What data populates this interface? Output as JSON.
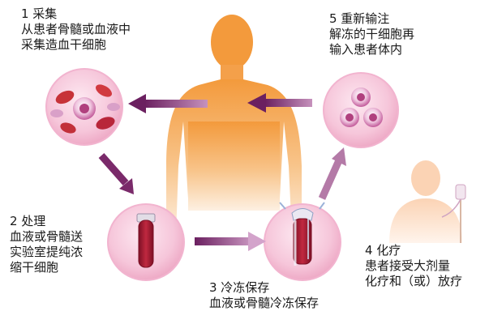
{
  "steps": {
    "step1": {
      "lines": [
        "1 采集",
        "从患者骨髓或血液中",
        "采集造血干细胞"
      ]
    },
    "step2": {
      "lines": [
        "2 处理",
        "血液或骨髓送",
        "实验室提纯浓",
        "缩干细胞"
      ]
    },
    "step3": {
      "lines": [
        "3 冷冻保存",
        "血液或骨髓冷冻保存"
      ]
    },
    "step4": {
      "lines": [
        "4 化疗",
        "患者接受大剂量",
        "化疗和（或）放疗"
      ]
    },
    "step5": {
      "lines": [
        "5 重新输注",
        "解冻的干细胞再",
        "输入患者体内"
      ]
    }
  },
  "colors": {
    "arrow": "#7a2a6a",
    "body": "#f6a24a",
    "circle": "#f6c8dc",
    "blood": "#a3203a"
  }
}
